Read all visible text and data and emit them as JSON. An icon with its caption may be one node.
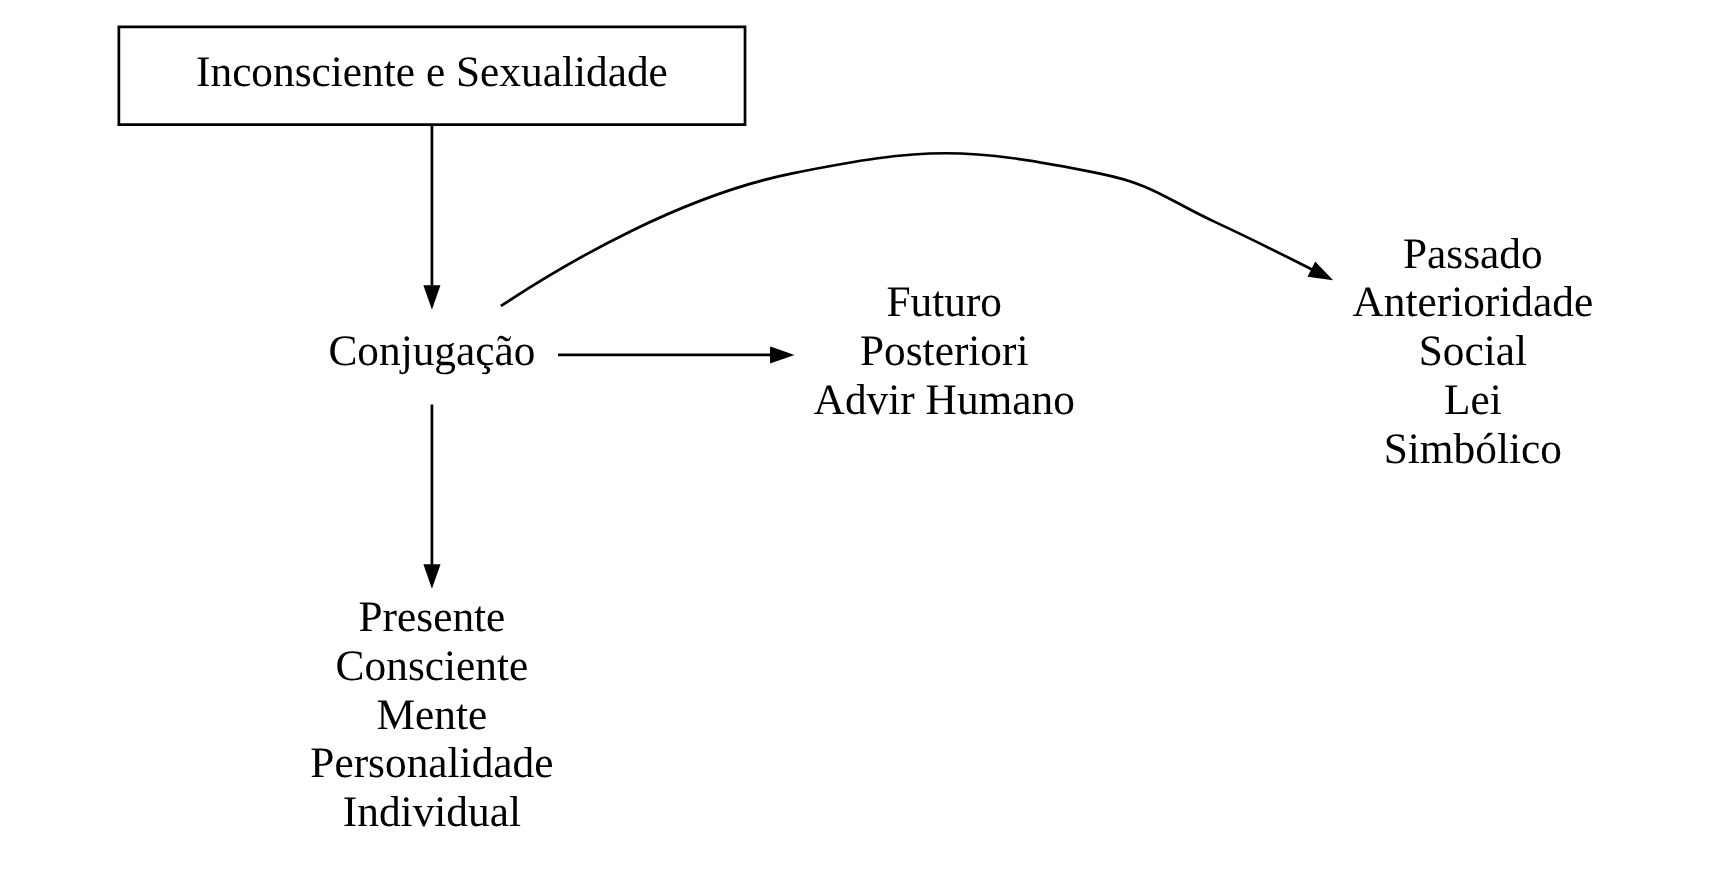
{
  "diagram": {
    "nodes": [
      {
        "text": [
          "Inconsciente e Sexualidade"
        ]
      },
      {
        "text": [
          "Conjugação"
        ]
      },
      {
        "text": [
          "Passado",
          "Anterioridade",
          "Social",
          "Lei",
          "Simbólico"
        ]
      },
      {
        "text": [
          "Presente",
          "Consciente",
          "Mente",
          "Personalidade",
          "Individual"
        ]
      },
      {
        "text": [
          "Futuro",
          "Posteriori",
          "Advir Humano"
        ]
      }
    ],
    "edges": [
      {
        "from": 0,
        "to": 1,
        "arrow": "to"
      },
      {
        "from": 1,
        "to": 3,
        "arrow": "to"
      },
      {
        "from": 1,
        "to": 2,
        "arrow": "to"
      },
      {
        "from": 1,
        "to": 4,
        "arrow": "to"
      }
    ]
  }
}
